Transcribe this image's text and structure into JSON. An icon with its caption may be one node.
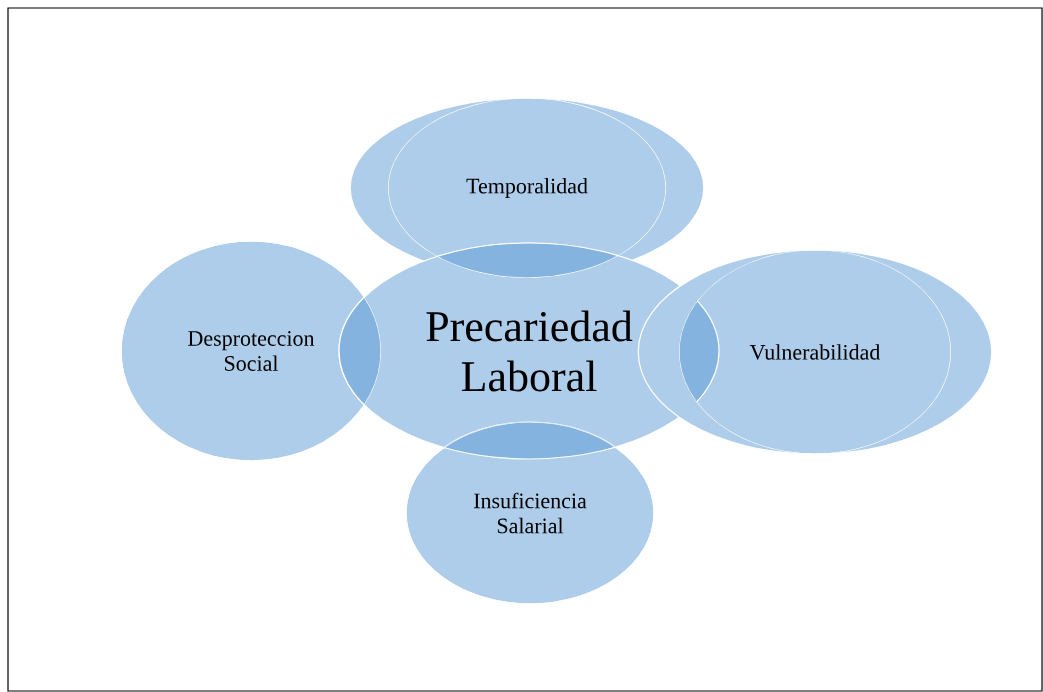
{
  "diagram": {
    "nodes": [
      {
        "text": [
          "Temporalidad"
        ]
      },
      {
        "text": [
          "Desproteccion Social"
        ]
      },
      {
        "text": [
          "Precariedad Laboral"
        ]
      },
      {
        "text": [
          "Vulnerabilidad"
        ]
      },
      {
        "text": [
          "Insuficiencia Salarial"
        ]
      }
    ]
  }
}
